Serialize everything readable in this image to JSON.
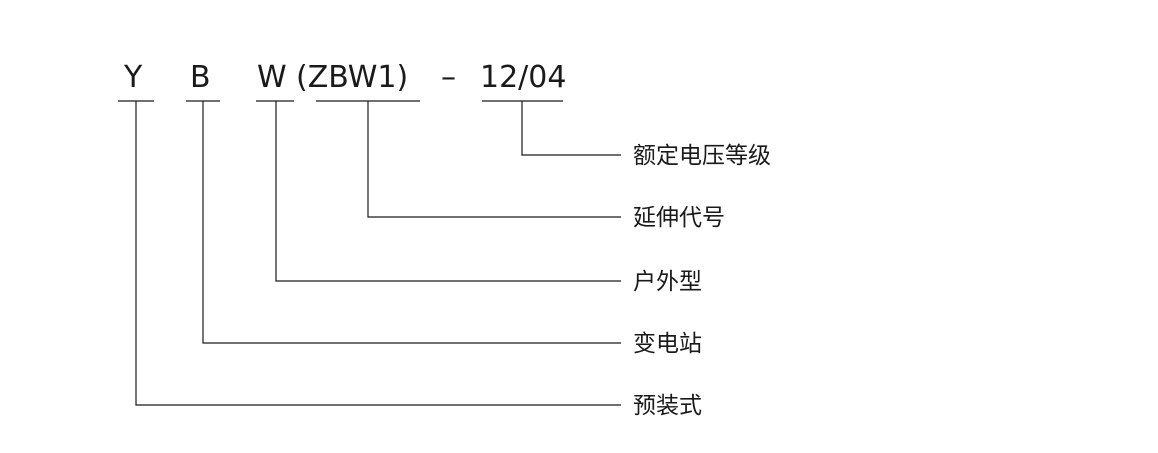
{
  "code": {
    "y": "Y",
    "b": "B",
    "w": "W",
    "ext": "(ZBW1)",
    "dash": "–",
    "voltage": "12/04"
  },
  "labels": {
    "voltage_level": "额定电压等级",
    "ext_code": "延伸代号",
    "outdoor": "户外型",
    "substation": "变电站",
    "prefab": "预装式"
  }
}
